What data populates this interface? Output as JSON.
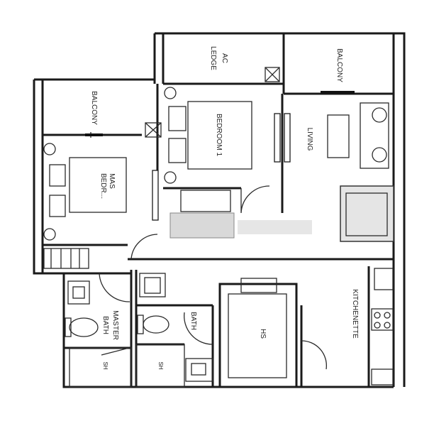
{
  "rooms": {
    "ac_ledge": [
      "AC",
      "LEDGE"
    ],
    "balcony_top": "BALCONY",
    "balcony_left": "BALCONY",
    "bedroom1": "BEDROOM 1",
    "master_bedroom": [
      "MAS",
      "BEDR..."
    ],
    "living": "LIVING",
    "kitchenette": "KITCHENETTE",
    "master_bath": [
      "MASTER",
      "BATH"
    ],
    "bath": "BATH",
    "hs": "HS",
    "sh_left": "SH",
    "sh_right": "SH"
  }
}
